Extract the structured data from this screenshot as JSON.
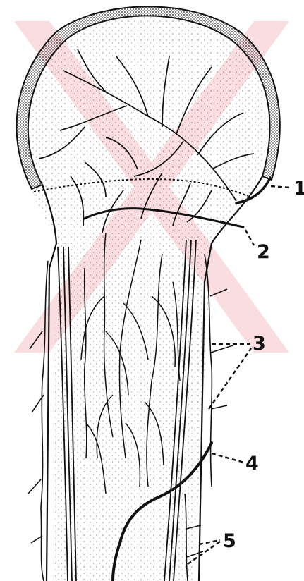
{
  "labels": {
    "l1": "1",
    "l2": "2",
    "l3": "3",
    "l4": "4",
    "l5": "5"
  },
  "colors": {
    "ink": "#111111",
    "watermark": "#f7d2d5"
  }
}
